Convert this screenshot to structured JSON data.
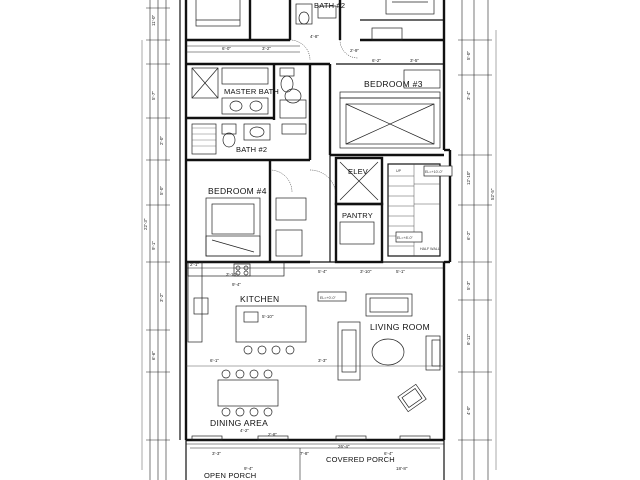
{
  "plan": {
    "rooms": {
      "bath2_top": "BATH #2",
      "bedroom3": "BEDROOM #3",
      "master_bath": "MASTER BATH",
      "bath2": "BATH #2",
      "bedroom4": "BEDROOM #4",
      "elev": "ELEV",
      "pantry": "PANTRY",
      "kitchen": "KITCHEN",
      "living_room": "LIVING ROOM",
      "dining_area": "DINING AREA",
      "open_porch": "OPEN PORCH",
      "covered_porch": "COVERED PORCH"
    },
    "dims_top": [
      "6'-0\"",
      "3'-2\"",
      "4'-8\"",
      "6'-2\"",
      "3'-5\"",
      "2'-9\""
    ],
    "dims_mid": [
      "2'-1\"",
      "3'-10\"",
      "5'-4\"",
      "3'-10\"",
      "5'-1\""
    ],
    "dims_kitchen": [
      "9'-4\"",
      "5'-10\"",
      "6'-1\"",
      "3'-3\""
    ],
    "dims_bottom": [
      "2'-8\"",
      "3'-3\"",
      "7'-8\"",
      "6'-4\"",
      "4'-2\""
    ],
    "dims_left": [
      "11'-0\"",
      "5'-7\"",
      "2'-0\"",
      "5'-0\"",
      "9'-1\"",
      "3'-2\"",
      "6'-6\"",
      "22'-3\""
    ],
    "dims_right": [
      "5'-0\"",
      "3'-4\"",
      "12'-10\"",
      "52'-5\"",
      "6'-2\"",
      "5'-3\"",
      "8'-11\"",
      "4'-0\""
    ],
    "notes": {
      "elev_fl": "EL=+10'-0\"",
      "pantry_fl": "EL=+8'-0\"",
      "kitchen_fl": "EL=+0'-0\"",
      "half_wall": "HALF WALL",
      "stairs": "UP",
      "porch_dim": "26'-4\"",
      "covered_dim": "18'-8\"",
      "open_dim": "9'-4\""
    }
  }
}
